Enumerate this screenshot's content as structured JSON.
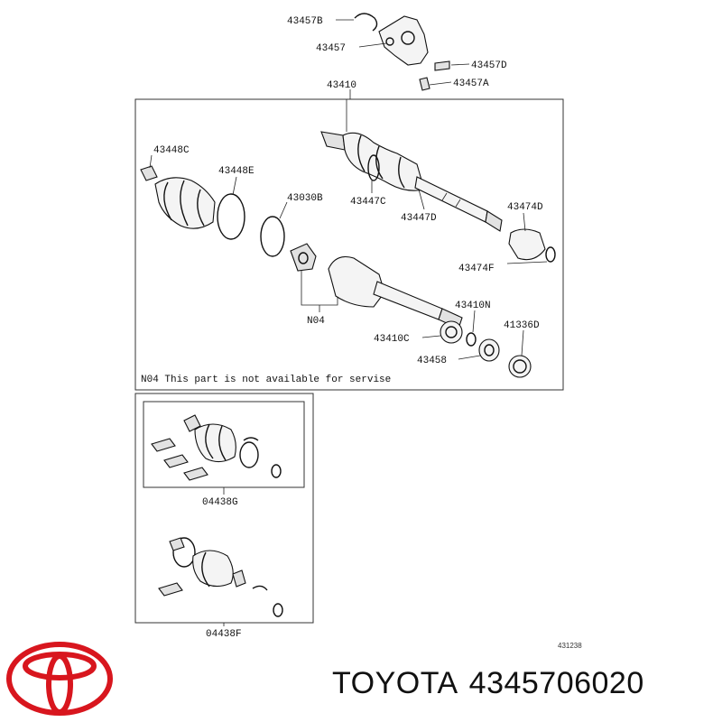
{
  "labels": {
    "l43457B": "43457B",
    "l43457": "43457",
    "l43457D": "43457D",
    "l43457A": "43457A",
    "l43410": "43410",
    "l43448C": "43448C",
    "l43448E": "43448E",
    "l43030B": "43030B",
    "l43447C": "43447C",
    "l43447D": "43447D",
    "l43474D": "43474D",
    "l43474F": "43474F",
    "lN04": "N04",
    "l43410N": "43410N",
    "l41336D": "41336D",
    "l43410C": "43410C",
    "l43458": "43458",
    "l04438G": "04438G",
    "l04438F": "04438F"
  },
  "note": "N04 This part is not available for servise",
  "image_ref": "431238",
  "caption": {
    "brand": "TOYOTA",
    "part_number": "4345706020"
  },
  "colors": {
    "logo_red": "#d8161e",
    "line": "#111111"
  }
}
